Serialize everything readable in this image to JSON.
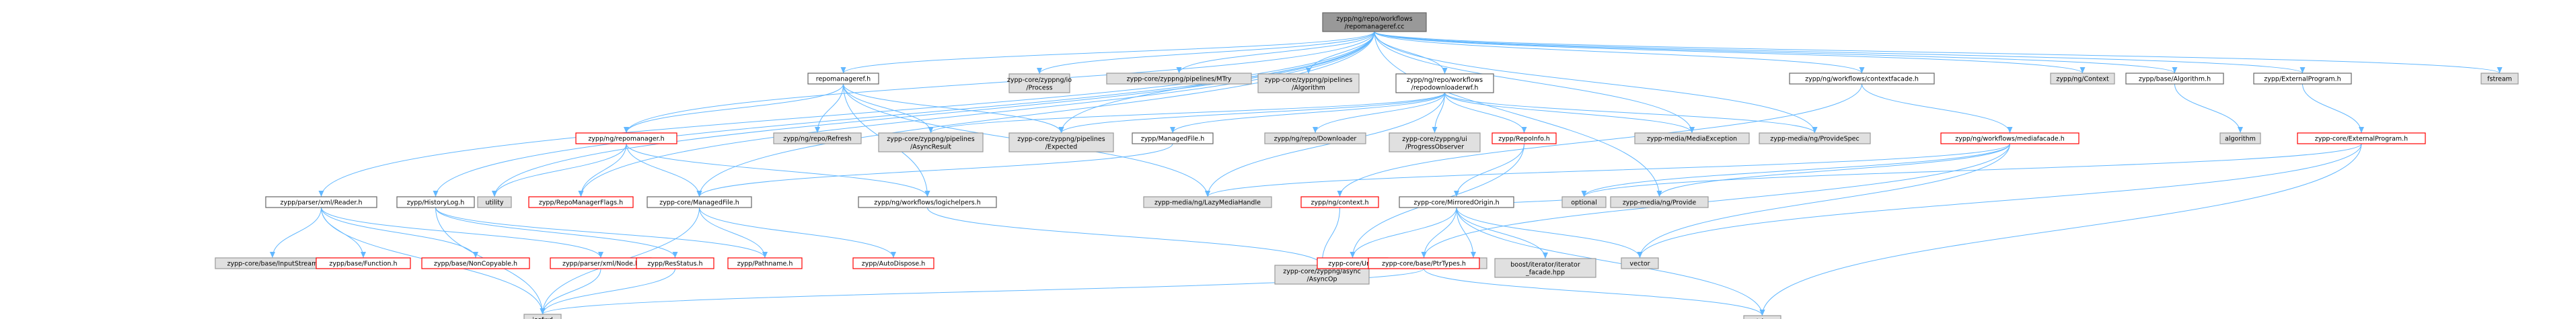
{
  "diagram": {
    "colors": {
      "edge": "#63b8ff",
      "root_fill": "#999999",
      "root_border": "#666666",
      "normal_fill": "#ffffff",
      "normal_border": "#666666",
      "red_fill": "#ffffff",
      "red_border": "#ff0000",
      "gray_fill": "#e0e0e0",
      "gray_border": "#999999",
      "text": "#000000"
    },
    "nodes": [
      {
        "id": "root",
        "lines": [
          "zypp/ng/repo/workflows",
          "/repomanageref.cc"
        ],
        "style": "root"
      },
      {
        "id": "repomanageref_h",
        "lines": [
          "repomanageref.h"
        ],
        "style": "normal"
      },
      {
        "id": "zc_io_process",
        "lines": [
          "zypp-core/zyppng/io",
          "/Process"
        ],
        "style": "gray"
      },
      {
        "id": "zc_mtry",
        "lines": [
          "zypp-core/zyppng/pipelines/MTry"
        ],
        "style": "gray"
      },
      {
        "id": "zc_algorithm",
        "lines": [
          "zypp-core/zyppng/pipelines",
          "/Algorithm"
        ],
        "style": "gray"
      },
      {
        "id": "repodownloaderwf",
        "lines": [
          "zypp/ng/repo/workflows",
          "/repodownloaderwf.h"
        ],
        "style": "normal"
      },
      {
        "id": "contextfacade",
        "lines": [
          "zypp/ng/workflows/contextfacade.h"
        ],
        "style": "normal"
      },
      {
        "id": "zypp_ng_context",
        "lines": [
          "zypp/ng/Context"
        ],
        "style": "gray"
      },
      {
        "id": "base_algorithm",
        "lines": [
          "zypp/base/Algorithm.h"
        ],
        "style": "normal"
      },
      {
        "id": "externalprogram_h",
        "lines": [
          "zypp/ExternalProgram.h"
        ],
        "style": "normal"
      },
      {
        "id": "fstream",
        "lines": [
          "fstream"
        ],
        "style": "gray"
      },
      {
        "id": "repomanager_h",
        "lines": [
          "zypp/ng/repomanager.h"
        ],
        "style": "red"
      },
      {
        "id": "repo_refresh",
        "lines": [
          "zypp/ng/repo/Refresh"
        ],
        "style": "gray"
      },
      {
        "id": "asyncresult",
        "lines": [
          "zypp-core/zyppng/pipelines",
          "/AsyncResult"
        ],
        "style": "gray"
      },
      {
        "id": "expected",
        "lines": [
          "zypp-core/zyppng/pipelines",
          "/Expected"
        ],
        "style": "gray"
      },
      {
        "id": "managedfile_h",
        "lines": [
          "zypp/ManagedFile.h"
        ],
        "style": "normal"
      },
      {
        "id": "repo_downloader",
        "lines": [
          "zypp/ng/repo/Downloader"
        ],
        "style": "gray"
      },
      {
        "id": "progressobserver",
        "lines": [
          "zypp-core/zyppng/ui",
          "/ProgressObserver"
        ],
        "style": "gray"
      },
      {
        "id": "repoinfo",
        "lines": [
          "zypp/RepoInfo.h"
        ],
        "style": "red"
      },
      {
        "id": "mediaexception",
        "lines": [
          "zypp-media/MediaException"
        ],
        "style": "gray"
      },
      {
        "id": "providespec",
        "lines": [
          "zypp-media/ng/ProvideSpec"
        ],
        "style": "gray"
      },
      {
        "id": "mediafacade",
        "lines": [
          "zypp/ng/workflows/mediafacade.h"
        ],
        "style": "red"
      },
      {
        "id": "algorithm_std",
        "lines": [
          "algorithm"
        ],
        "style": "gray"
      },
      {
        "id": "externalprogram_core",
        "lines": [
          "zypp-core/ExternalProgram.h"
        ],
        "style": "red"
      },
      {
        "id": "xml_reader",
        "lines": [
          "zypp/parser/xml/Reader.h"
        ],
        "style": "normal"
      },
      {
        "id": "historylog",
        "lines": [
          "zypp/HistoryLog.h"
        ],
        "style": "normal"
      },
      {
        "id": "utility",
        "lines": [
          "utility"
        ],
        "style": "gray"
      },
      {
        "id": "repomanagerflags",
        "lines": [
          "zypp/RepoManagerFlags.h"
        ],
        "style": "red"
      },
      {
        "id": "core_managedfile",
        "lines": [
          "zypp-core/ManagedFile.h"
        ],
        "style": "normal"
      },
      {
        "id": "logichelpers",
        "lines": [
          "zypp/ng/workflows/logichelpers.h"
        ],
        "style": "normal"
      },
      {
        "id": "lazymediahandle",
        "lines": [
          "zypp-media/ng/LazyMediaHandle"
        ],
        "style": "gray"
      },
      {
        "id": "ng_context",
        "lines": [
          "zypp/ng/context.h"
        ],
        "style": "red"
      },
      {
        "id": "mirroredorigin",
        "lines": [
          "zypp-core/MirroredOrigin.h"
        ],
        "style": "normal"
      },
      {
        "id": "optional",
        "lines": [
          "optional"
        ],
        "style": "gray"
      },
      {
        "id": "media_provide",
        "lines": [
          "zypp-media/ng/Provide"
        ],
        "style": "gray"
      },
      {
        "id": "inputstream",
        "lines": [
          "zypp-core/base/InputStream"
        ],
        "style": "gray"
      },
      {
        "id": "base_function",
        "lines": [
          "zypp/base/Function.h"
        ],
        "style": "red"
      },
      {
        "id": "noncopyable",
        "lines": [
          "zypp/base/NonCopyable.h"
        ],
        "style": "red"
      },
      {
        "id": "xml_node",
        "lines": [
          "zypp/parser/xml/Node.h"
        ],
        "style": "red"
      },
      {
        "id": "resstatus",
        "lines": [
          "zypp/ResStatus.h"
        ],
        "style": "red"
      },
      {
        "id": "pathname",
        "lines": [
          "zypp/Pathname.h"
        ],
        "style": "red"
      },
      {
        "id": "autodispose",
        "lines": [
          "zypp/AutoDispose.h"
        ],
        "style": "red"
      },
      {
        "id": "asyncop",
        "lines": [
          "zypp-core/zyppng/async",
          "/AsyncOp"
        ],
        "style": "gray"
      },
      {
        "id": "url",
        "lines": [
          "zypp-core/Url.h"
        ],
        "style": "red"
      },
      {
        "id": "any",
        "lines": [
          "any"
        ],
        "style": "gray"
      },
      {
        "id": "iterator_facade",
        "lines": [
          "boost/iterator/iterator",
          "_facade.hpp"
        ],
        "style": "gray"
      },
      {
        "id": "vector",
        "lines": [
          "vector"
        ],
        "style": "gray"
      },
      {
        "id": "ptrtypes",
        "lines": [
          "zypp-core/base/PtrTypes.h"
        ],
        "style": "red"
      },
      {
        "id": "iosfwd",
        "lines": [
          "iosfwd"
        ],
        "style": "gray"
      },
      {
        "id": "string",
        "lines": [
          "string"
        ],
        "style": "gray"
      }
    ],
    "edges": [
      [
        "root",
        "repomanageref_h"
      ],
      [
        "root",
        "zc_io_process"
      ],
      [
        "root",
        "zc_mtry"
      ],
      [
        "root",
        "zc_algorithm"
      ],
      [
        "root",
        "repodownloaderwf"
      ],
      [
        "root",
        "contextfacade"
      ],
      [
        "root",
        "zypp_ng_context"
      ],
      [
        "root",
        "base_algorithm"
      ],
      [
        "root",
        "externalprogram_h"
      ],
      [
        "root",
        "fstream"
      ],
      [
        "root",
        "repomanager_h"
      ],
      [
        "root",
        "xml_reader"
      ],
      [
        "root",
        "historylog"
      ],
      [
        "root",
        "utility"
      ],
      [
        "root",
        "repomanagerflags"
      ],
      [
        "root",
        "core_managedfile"
      ],
      [
        "root",
        "mediaexception"
      ],
      [
        "root",
        "providespec"
      ],
      [
        "root",
        "media_provide"
      ],
      [
        "root",
        "expected"
      ],
      [
        "repomanageref_h",
        "repomanager_h"
      ],
      [
        "repomanageref_h",
        "repo_refresh"
      ],
      [
        "repomanageref_h",
        "asyncresult"
      ],
      [
        "repomanageref_h",
        "expected"
      ],
      [
        "repomanageref_h",
        "logichelpers"
      ],
      [
        "repomanageref_h",
        "lazymediahandle"
      ],
      [
        "repodownloaderwf",
        "asyncresult"
      ],
      [
        "repodownloaderwf",
        "expected"
      ],
      [
        "repodownloaderwf",
        "managedfile_h"
      ],
      [
        "repodownloaderwf",
        "repo_downloader"
      ],
      [
        "repodownloaderwf",
        "progressobserver"
      ],
      [
        "repodownloaderwf",
        "repoinfo"
      ],
      [
        "repodownloaderwf",
        "mediaexception"
      ],
      [
        "repodownloaderwf",
        "providespec"
      ],
      [
        "repodownloaderwf",
        "lazymediahandle"
      ],
      [
        "contextfacade",
        "mediafacade"
      ],
      [
        "contextfacade",
        "ng_context"
      ],
      [
        "base_algorithm",
        "algorithm_std"
      ],
      [
        "externalprogram_h",
        "externalprogram_core"
      ],
      [
        "repomanager_h",
        "utility"
      ],
      [
        "repomanager_h",
        "repomanagerflags"
      ],
      [
        "repomanager_h",
        "core_managedfile"
      ],
      [
        "repomanager_h",
        "logichelpers"
      ],
      [
        "managedfile_h",
        "core_managedfile"
      ],
      [
        "repoinfo",
        "mirroredorigin"
      ],
      [
        "repoinfo",
        "url"
      ],
      [
        "mediafacade",
        "lazymediahandle"
      ],
      [
        "mediafacade",
        "optional"
      ],
      [
        "mediafacade",
        "media_provide"
      ],
      [
        "mediafacade",
        "ptrtypes"
      ],
      [
        "mediafacade",
        "vector"
      ],
      [
        "externalprogram_core",
        "optional"
      ],
      [
        "externalprogram_core",
        "vector"
      ],
      [
        "externalprogram_core",
        "string"
      ],
      [
        "xml_reader",
        "inputstream"
      ],
      [
        "xml_reader",
        "base_function"
      ],
      [
        "xml_reader",
        "noncopyable"
      ],
      [
        "xml_reader",
        "xml_node"
      ],
      [
        "xml_reader",
        "iosfwd"
      ],
      [
        "historylog",
        "resstatus"
      ],
      [
        "historylog",
        "pathname"
      ],
      [
        "historylog",
        "iosfwd"
      ],
      [
        "core_managedfile",
        "pathname"
      ],
      [
        "core_managedfile",
        "autodispose"
      ],
      [
        "core_managedfile",
        "iosfwd"
      ],
      [
        "logichelpers",
        "asyncop"
      ],
      [
        "ng_context",
        "asyncop"
      ],
      [
        "mirroredorigin",
        "url"
      ],
      [
        "mirroredorigin",
        "any"
      ],
      [
        "mirroredorigin",
        "iterator_facade"
      ],
      [
        "mirroredorigin",
        "vector"
      ],
      [
        "mirroredorigin",
        "ptrtypes"
      ],
      [
        "mirroredorigin",
        "string"
      ],
      [
        "mirroredorigin",
        "optional"
      ],
      [
        "xml_node",
        "iosfwd"
      ],
      [
        "resstatus",
        "iosfwd"
      ],
      [
        "ptrtypes",
        "iosfwd"
      ],
      [
        "ptrtypes",
        "string"
      ]
    ]
  }
}
